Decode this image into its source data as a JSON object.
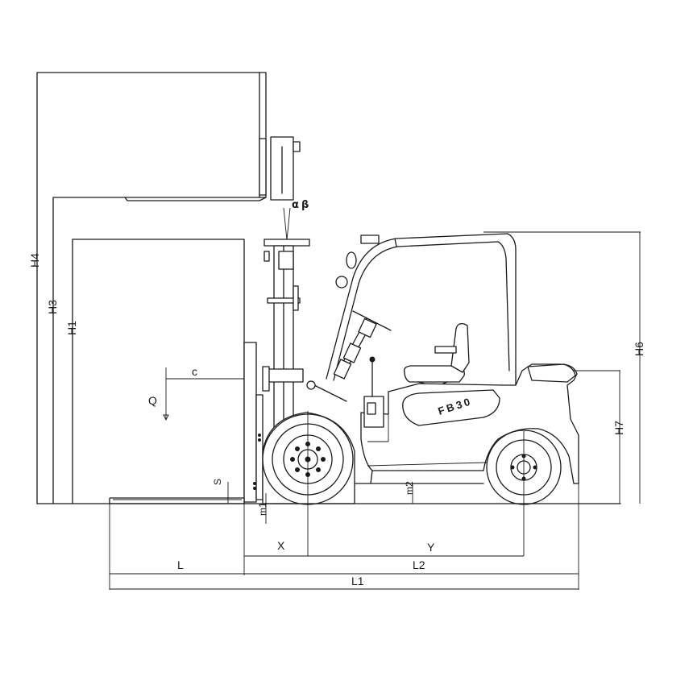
{
  "diagram": {
    "model_badge": "FB30",
    "labels": {
      "H4": "H4",
      "H3": "H3",
      "H1": "H1",
      "H6": "H6",
      "H7": "H7",
      "c": "c",
      "Q": "Q",
      "alpha": "α",
      "beta": "β",
      "S": "S",
      "m1": "m1",
      "m2": "m2",
      "X": "X",
      "Y": "Y",
      "L": "L",
      "L2": "L2",
      "L1": "L1"
    }
  }
}
